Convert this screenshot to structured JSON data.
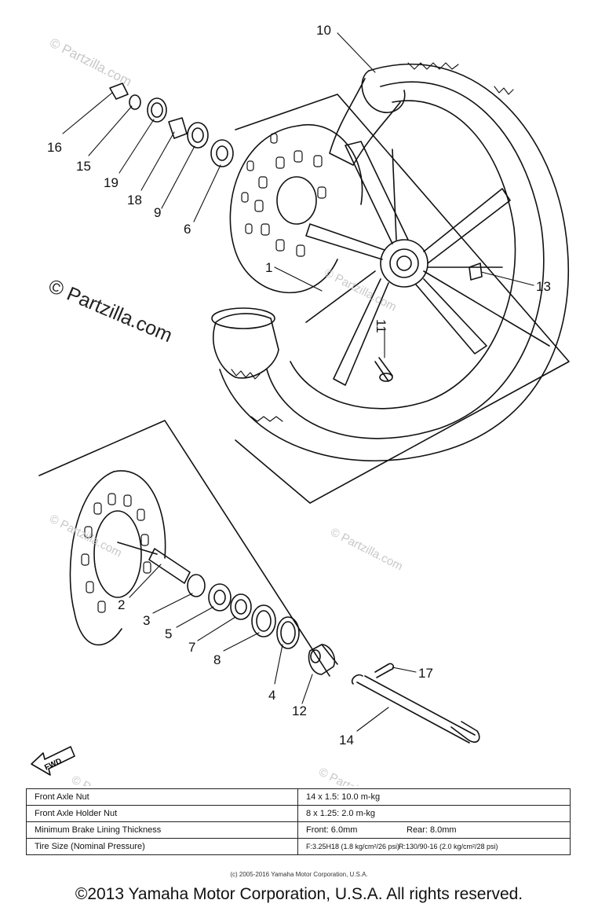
{
  "watermarks": {
    "main": "© Partzilla.com",
    "faint": "© Partzilla.com"
  },
  "direction_label": "FWD",
  "callouts": [
    "10",
    "16",
    "15",
    "19",
    "18",
    "9",
    "6",
    "1",
    "13",
    "11",
    "2",
    "3",
    "5",
    "7",
    "8",
    "4",
    "12",
    "17",
    "14"
  ],
  "specs": {
    "rows": [
      {
        "label": "Front Axle Nut",
        "value": "14 x 1.5: 10.0 m-kg"
      },
      {
        "label": "Front Axle Holder Nut",
        "value": "8 x 1.25: 2.0 m-kg"
      },
      {
        "label": "Minimum Brake Lining Thickness",
        "front": "Front: 6.0mm",
        "rear": "Rear: 8.0mm"
      },
      {
        "label": "Tire Size (Nominal Pressure)",
        "front": "F:3.25H18 (1.8 kg/cm²/26 psi)",
        "rear": "R:130/90-16 (2.0 kg/cm²/28 psi)"
      }
    ]
  },
  "footer": {
    "small": "(c) 2005-2016 Yamaha Motor Corporation, U.S.A.",
    "rights": "©2013 Yamaha Motor Corporation, U.S.A. All rights reserved."
  }
}
